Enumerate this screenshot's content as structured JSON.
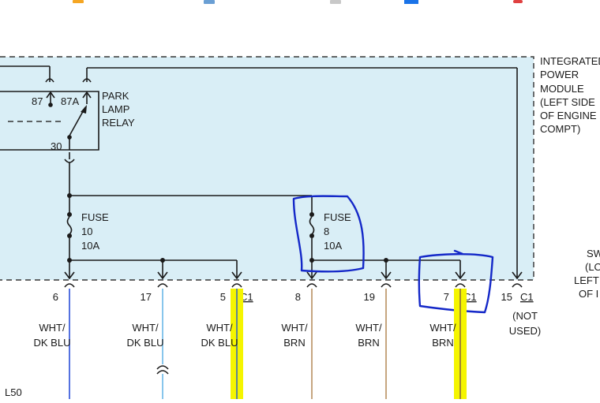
{
  "toolbar": {
    "icon_colors": [
      "#f5a623",
      "#6a9fd4",
      "#c8c8c8",
      "#1a73e8",
      "#e04040"
    ]
  },
  "module": {
    "label_lines": [
      "INTEGRATED",
      "POWER",
      "MODULE",
      "(LEFT SIDE",
      "OF ENGINE",
      "COMPT)"
    ],
    "fill_color": "#d9eef6"
  },
  "relay": {
    "label_lines": [
      "PARK",
      "LAMP",
      "RELAY"
    ],
    "pin_87": "87",
    "pin_87a": "87A",
    "pin_30": "30"
  },
  "fuses": [
    {
      "label": "FUSE",
      "number": "10",
      "rating": "10A"
    },
    {
      "label": "FUSE",
      "number": "8",
      "rating": "10A"
    }
  ],
  "connectors": [
    {
      "pin": "6",
      "conn": "",
      "wire": [
        "WHT/",
        "DK BLU"
      ],
      "color": "#2a4fd8",
      "highlight": false
    },
    {
      "pin": "17",
      "conn": "",
      "wire": [
        "WHT/",
        "DK BLU"
      ],
      "color": "#6ab8e8",
      "highlight": false
    },
    {
      "pin": "5",
      "conn": "C1",
      "wire": [
        "WHT/",
        "DK BLU"
      ],
      "color": "#3a6ab8",
      "highlight": true
    },
    {
      "pin": "8",
      "conn": "",
      "wire": [
        "WHT/",
        "BRN"
      ],
      "color": "#b89060",
      "highlight": false
    },
    {
      "pin": "19",
      "conn": "",
      "wire": [
        "WHT/",
        "BRN"
      ],
      "color": "#b89060",
      "highlight": false
    },
    {
      "pin": "7",
      "conn": "C1",
      "wire": [
        "WHT/",
        "BRN"
      ],
      "color": "#8a6a40",
      "highlight": true
    },
    {
      "pin": "15",
      "conn": "C1",
      "wire": [
        "(NOT",
        "USED)"
      ],
      "color": "",
      "highlight": false
    }
  ],
  "right_edge": {
    "lines": [
      "SW",
      "(LO",
      "LEFT",
      "OF I"
    ]
  },
  "footer": {
    "ref": "L50"
  },
  "highlight_color": "#f5f500",
  "ink_color": "#1428c8"
}
